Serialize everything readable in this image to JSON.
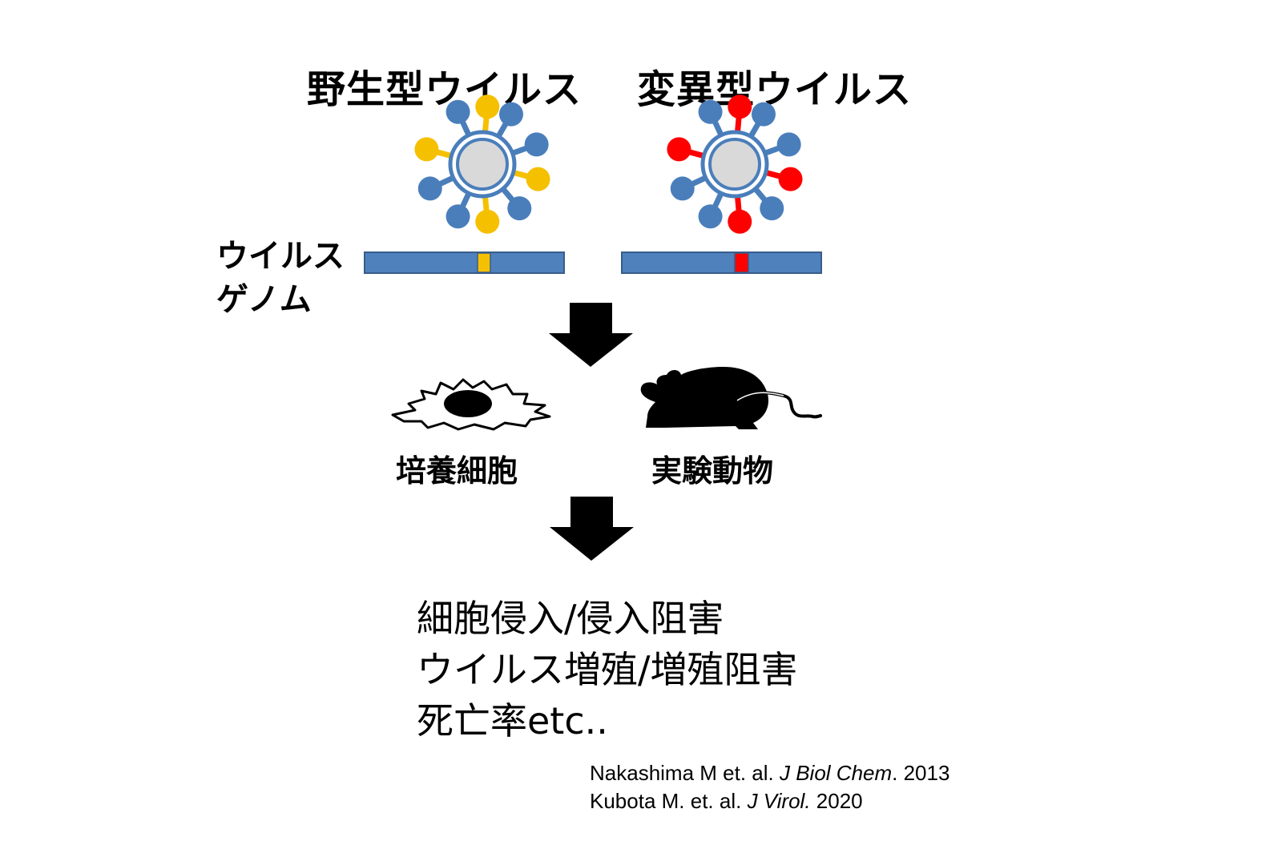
{
  "titles": {
    "wild_type": "野生型ウイルス",
    "mutant": "変異型ウイルス"
  },
  "genome_label": {
    "line1": "ウイルス",
    "line2": "ゲノム"
  },
  "samples": {
    "cultured_cells": "培養細胞",
    "lab_animals": "実験動物"
  },
  "results": [
    "細胞侵入/侵入阻害",
    "ウイルス増殖/増殖阻害",
    "死亡率etc.."
  ],
  "references": [
    {
      "authors": "Nakashima M et. al. ",
      "journal": "J Biol Chem",
      "rest": ". 2013"
    },
    {
      "authors": "Kubota M. et. al. ",
      "journal": "J Virol.",
      "rest": " 2020"
    }
  ],
  "colors": {
    "spike_blue": "#4a7ebb",
    "wild_type_mark": "#f5c000",
    "mutant_mark": "#ff0000",
    "genome_bar": "#4f81bd",
    "virion_core": "#d9d9d9",
    "silhouette": "#000000"
  },
  "icons": {
    "virion": "virus-particle-icon",
    "arrow": "down-arrow-icon",
    "cell": "cultured-cell-icon",
    "mouse": "mouse-icon"
  }
}
